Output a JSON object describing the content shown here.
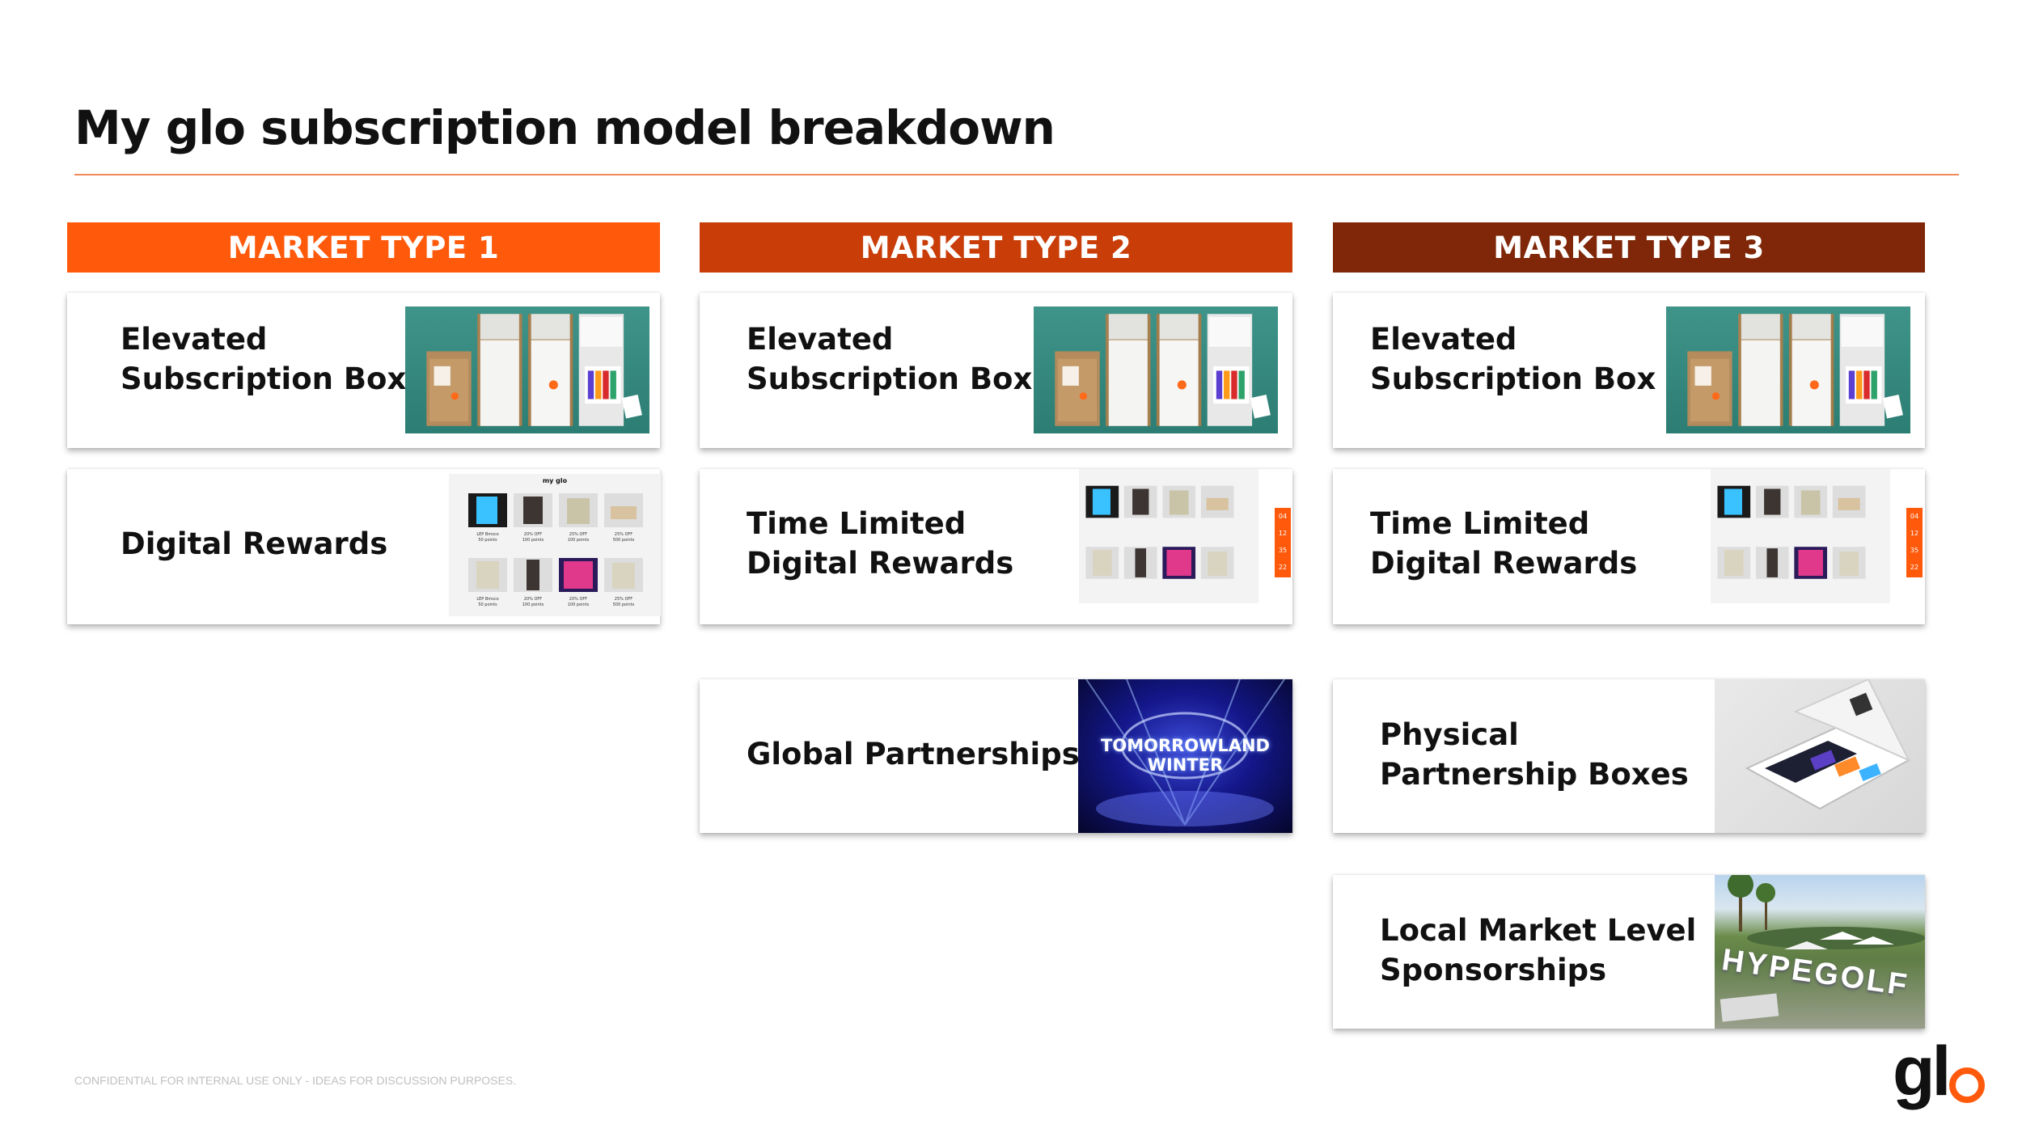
{
  "title": "My glo subscription model breakdown",
  "colors": {
    "accent": "#f08a5a",
    "market_1": "#ff5a0c",
    "market_2": "#c93d08",
    "market_3": "#7f2708"
  },
  "columns": [
    {
      "header": "MARKET TYPE 1",
      "cards": [
        {
          "label": "Elevated\nSubscription Box",
          "image": "subscription-box-photo"
        },
        {
          "label": "Digital Rewards",
          "image": "digital-rewards-screen"
        }
      ]
    },
    {
      "header": "MARKET TYPE 2",
      "cards": [
        {
          "label": "Elevated\nSubscription Box",
          "image": "subscription-box-photo"
        },
        {
          "label": "Time Limited\nDigital Rewards",
          "image": "digital-rewards-screen"
        },
        {
          "label": "Global Partnerships",
          "image": "tomorrowland-winter-poster"
        }
      ]
    },
    {
      "header": "MARKET TYPE 3",
      "cards": [
        {
          "label": "Elevated\nSubscription Box",
          "image": "subscription-box-photo"
        },
        {
          "label": "Time Limited\nDigital Rewards",
          "image": "digital-rewards-screen"
        },
        {
          "label": "Physical\nPartnership Boxes",
          "image": "partnership-box-photo"
        },
        {
          "label": "Local Market Level\nSponsorships",
          "image": "hypegolf-event-photo"
        }
      ]
    }
  ],
  "images": {
    "rewards_brand": "my glo",
    "rewards_tiles": [
      "LEP Bmsco\n50 points",
      "20% OFF\n100 points",
      "25% OFF\n100 points",
      "25% OFF\n500 points",
      "LEP Bmsco\n50 points",
      "20% OFF\n100 points",
      "20% OFF\n100 points",
      "25% OFF\n500 points"
    ],
    "countdown": [
      "04",
      "12",
      "35",
      "22"
    ],
    "concert_text": "TOMORROWLAND\nWINTER",
    "golf_text": "HYPEGOLF"
  },
  "footer_note": "CONFIDENTIAL FOR INTERNAL USE ONLY - IDEAS FOR DISCUSSION PURPOSES.",
  "logo_text": "gl"
}
